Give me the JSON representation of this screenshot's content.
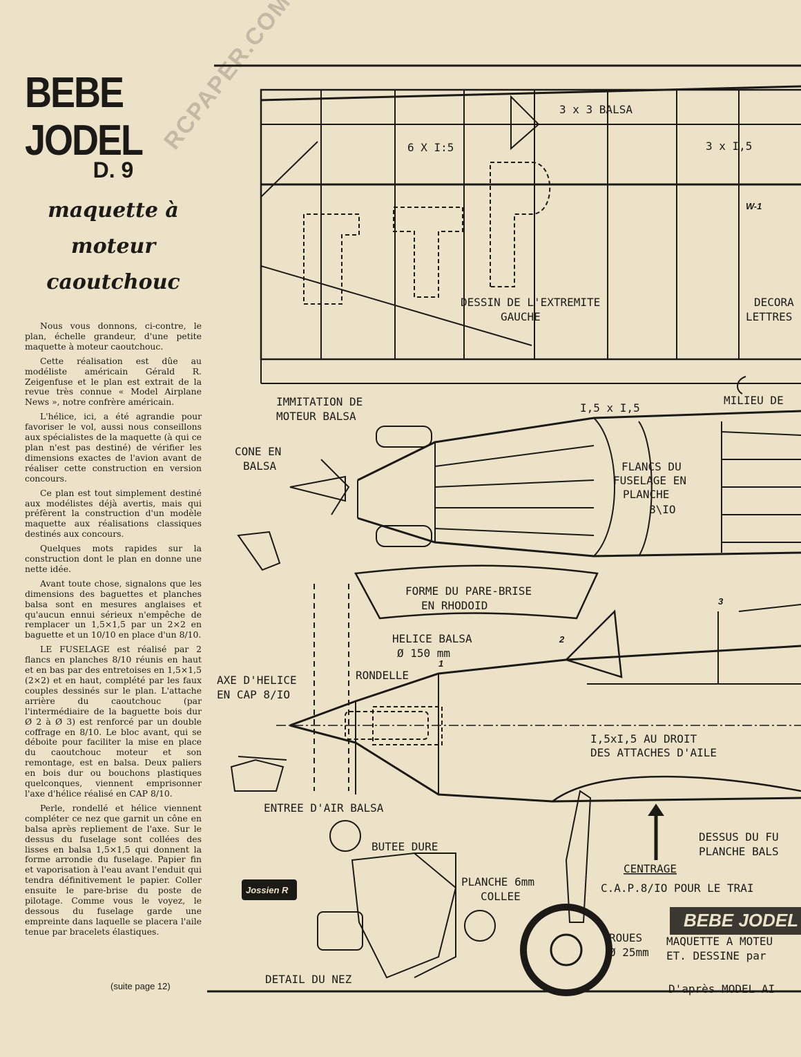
{
  "article": {
    "title": "BEBE JODEL",
    "model": "D. 9",
    "subtitle_lines": [
      "maquette à",
      "moteur",
      "caoutchouc"
    ],
    "paragraphs": [
      "Nous vous donnons, ci-contre, le plan, échelle grandeur, d'une petite maquette à moteur caoutchouc.",
      "Cette réalisation est dûe au modéliste américain Gérald R. Zeigenfuse et le plan est extrait de la revue très connue « Model Airplane News », notre confrère américain.",
      "L'hélice, ici, a été agrandie pour favoriser le vol, aussi nous conseillons aux spécialistes de la maquette (à qui ce plan n'est pas destiné) de vérifier les dimensions exactes de l'avion avant de réaliser cette construction en version concours.",
      "Ce plan est tout simplement destiné aux modélistes déjà avertis, mais qui préfèrent la construction d'un modèle maquette aux réalisations classiques destinés aux concours.",
      "Quelques mots rapides sur la construction dont le plan en donne une nette idée.",
      "Avant toute chose, signalons que les dimensions des baguettes et planches balsa sont en mesures anglaises et qu'aucun ennui sérieux n'empêche de remplacer un 1,5×1,5 par un 2×2 en baguette et un 10/10 en place d'un 8/10.",
      "LE FUSELAGE est réalisé par 2 flancs en planches 8/10 réunis en haut et en bas par des entretoises en 1,5×1,5 (2×2) et en haut, complété par les faux couples dessinés sur le plan. L'attache arrière du caoutchouc (par l'intermédiaire de la baguette bois dur Ø 2 à Ø 3) est renforcé par un double coffrage en 8/10. Le bloc avant, qui se déboite pour faciliter la mise en place du caoutchouc moteur et son remontage, est en balsa. Deux paliers en bois dur ou bouchons plastiques quelconques, viennent emprisonner l'axe d'hélice réalisé en CAP 8/10.",
      "Perle, rondellé et hélice viennent compléter ce nez que garnit un cône en balsa après repliement de l'axe. Sur le dessus du fuselage sont collées des lisses en balsa 1,5×1,5 qui donnent la forme arrondie du fuselage. Papier fin et vaporisation à l'eau avant l'enduit qui tendra définitivement le papier. Coller ensuite le pare-brise du poste de pilotage. Comme vous le voyez, le dessous du fuselage garde une empreinte dans laquelle se placera l'aile tenue par bracelets élastiques."
    ],
    "continued": "(suite page 12)",
    "watermark": "RCPAPER.COM"
  },
  "plan": {
    "labels": {
      "balsa_3x3": "3 x 3 BALSA",
      "balsa_3x15": "3 x I,5",
      "balsa_6x15": "6 X I:5",
      "w1": "W-1",
      "dessin_1": "DESSIN DE L'EXTREMITE",
      "dessin_2": "GAUCHE",
      "decora_1": "DECORA",
      "decora_2": "LETTRES",
      "milieu": "MILIEU DE",
      "imitation_1": "IMMITATION DE",
      "imitation_2": "MOTEUR BALSA",
      "i5": "I,5 x I,5",
      "cone_1": "CONE EN",
      "cone_2": "BALSA",
      "flancs_1": "FLANCS DU",
      "flancs_2": "FUSELAGE EN",
      "flancs_3": "PLANCHE",
      "flancs_4": "8\\IO",
      "pare_1": "FORME DU PARE-BRISE",
      "pare_2": "EN RHODOID",
      "helice_1": "HELICE BALSA",
      "helice_2": "Ø 150 mm",
      "n1": "1",
      "n2": "2",
      "n3": "3",
      "rondelle": "RONDELLE",
      "axe_1": "AXE D'HELICE",
      "axe_2": "EN CAP 8/IO",
      "droit_1": "I,5xI,5 AU DROIT",
      "droit_2": "DES ATTACHES D'AILE",
      "entree": "ENTREE D'AIR BALSA",
      "dessus_1": "DESSUS DU FU",
      "dessus_2": "PLANCHE BALS",
      "butee": "BUTEE DURE",
      "planche_1": "PLANCHE 6mm",
      "planche_2": "COLLEE",
      "centrage": "CENTRAGE",
      "cap": "C.A.P.8/IO POUR LE TRAI",
      "signature": "Jossien R",
      "roues_1": "ROUES",
      "roues_2": "Ø 25mm",
      "detail": "DETAIL DU NEZ",
      "stamp": "BEBE JODEL",
      "maq_1": "MAQUETTE A MOTEU",
      "maq_2": "ET. DESSINE par",
      "dapres": "D'après MODEL AI"
    }
  }
}
